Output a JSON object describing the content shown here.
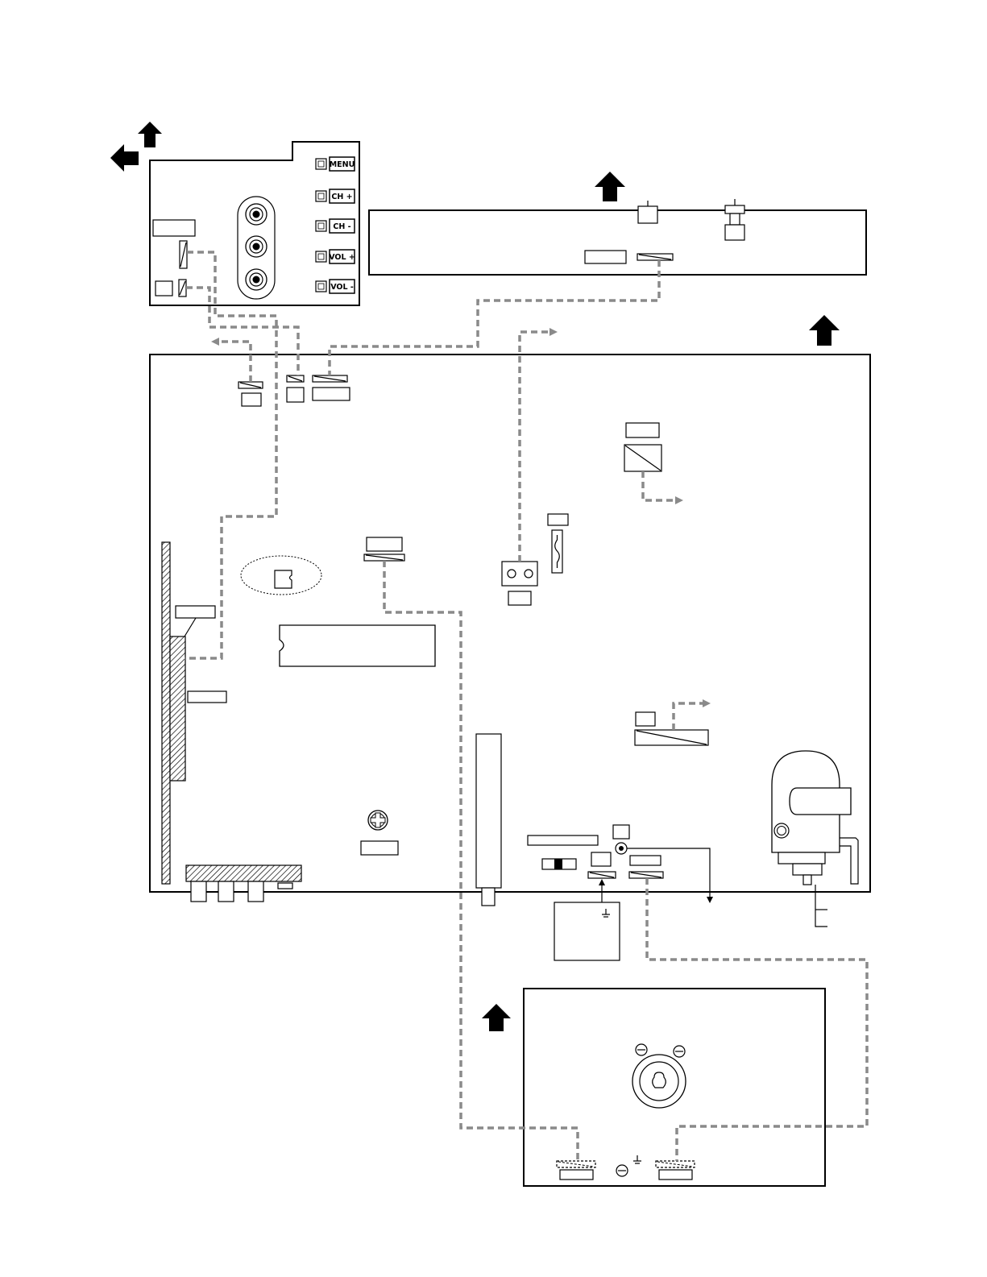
{
  "colors": {
    "line": "#000000",
    "wire": "#8a8a8a",
    "hatch": "#000000",
    "background": "#ffffff"
  },
  "front_panel": {
    "buttons": [
      {
        "label": "MENU"
      },
      {
        "label": "CH +"
      },
      {
        "label": "CH -"
      },
      {
        "label": "VOL +"
      },
      {
        "label": "VOL -"
      }
    ],
    "jacks": 3
  },
  "icons": {
    "arrow": "up-arrow-icon",
    "arrow_left": "left-arrow-icon",
    "screw": "screw-icon",
    "ground": "ground-icon",
    "fuse": "fuse-icon"
  },
  "labels": {
    "control_minus": "-",
    "ground_symbol": "⏚"
  }
}
